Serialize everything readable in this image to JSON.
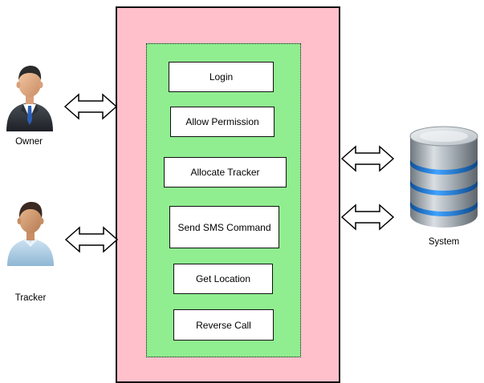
{
  "actors": {
    "owner": {
      "label": "Owner"
    },
    "tracker": {
      "label": "Tracker"
    },
    "system": {
      "label": "System"
    }
  },
  "use_cases": [
    {
      "label": "Login"
    },
    {
      "label": "Allow Permission"
    },
    {
      "label": "Allocate Tracker"
    },
    {
      "label": "Send SMS Command"
    },
    {
      "label": "Get Location"
    },
    {
      "label": "Reverse Call"
    }
  ],
  "colors": {
    "system_boundary": "#ffc0cb",
    "use_case_area": "#90ee90",
    "database_blue": "#1e7fd8",
    "database_grey": "#9aa3ab"
  }
}
